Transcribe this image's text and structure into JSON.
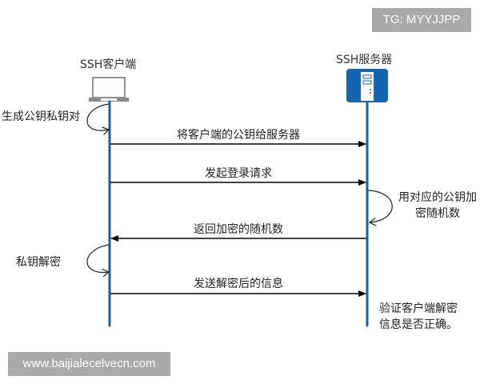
{
  "watermarks": {
    "top_right": "TG: MYYJJPP",
    "bottom_left": "www.baijialecelvecn.com"
  },
  "actors": {
    "client": {
      "label": "SSH客户端",
      "icon": "laptop-icon"
    },
    "server": {
      "label": "SSH服务器",
      "icon": "server-icon"
    }
  },
  "colors": {
    "lifeline": "#1a5f9e",
    "server_box": "#1565b0",
    "arrow": "#000000",
    "watermark_bg": "#a9a9a9"
  },
  "messages": [
    {
      "label": "将客户端的公钥给服务器",
      "from": "client",
      "to": "server"
    },
    {
      "label": "发起登录请求",
      "from": "client",
      "to": "server"
    },
    {
      "label": "返回加密的随机数",
      "from": "server",
      "to": "client"
    },
    {
      "label": "发送解密后的信息",
      "from": "client",
      "to": "server"
    }
  ],
  "self_actions": {
    "client_generate_keys": "生成公钥私钥对",
    "server_encrypt": {
      "line1": "用对应的公钥加",
      "line2": "密随机数"
    },
    "client_decrypt": "私钥解密"
  },
  "final_note": {
    "line1": "验证客户端解密",
    "line2": "信息是否正确。"
  }
}
